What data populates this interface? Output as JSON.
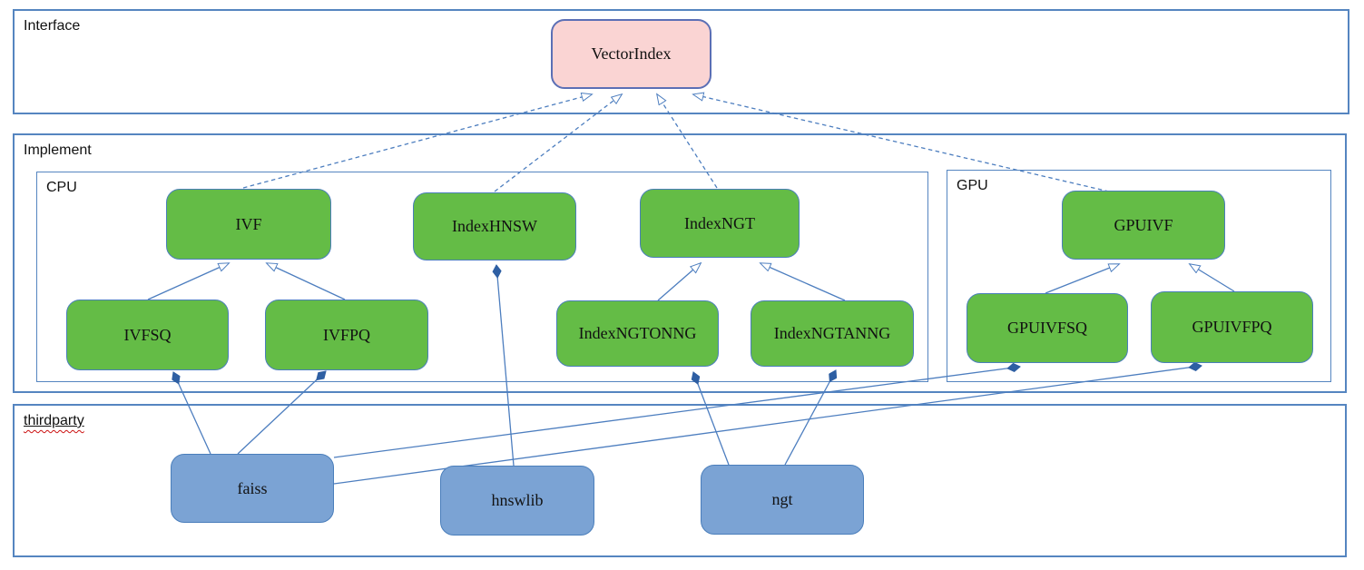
{
  "diagram": {
    "containers": {
      "interface": {
        "label": "Interface"
      },
      "implement": {
        "label": "Implement"
      },
      "cpu": {
        "label": "CPU"
      },
      "gpu": {
        "label": "GPU"
      },
      "thirdparty": {
        "label": "thirdparty"
      }
    },
    "nodes": {
      "vectorindex": {
        "label": "VectorIndex",
        "kind": "interface"
      },
      "ivf": {
        "label": "IVF",
        "kind": "cpu-class"
      },
      "indexhnsw": {
        "label": "IndexHNSW",
        "kind": "cpu-class"
      },
      "indexngt": {
        "label": "IndexNGT",
        "kind": "cpu-class"
      },
      "ivfsq": {
        "label": "IVFSQ",
        "kind": "cpu-class"
      },
      "ivfpq": {
        "label": "IVFPQ",
        "kind": "cpu-class"
      },
      "indexngtonng": {
        "label": "IndexNGTONNG",
        "kind": "cpu-class"
      },
      "indexngtanng": {
        "label": "IndexNGTANNG",
        "kind": "cpu-class"
      },
      "gpuivf": {
        "label": "GPUIVF",
        "kind": "gpu-class"
      },
      "gpuivfsq": {
        "label": "GPUIVFSQ",
        "kind": "gpu-class"
      },
      "gpuivfpq": {
        "label": "GPUIVFPQ",
        "kind": "gpu-class"
      },
      "faiss": {
        "label": "faiss",
        "kind": "thirdparty-lib"
      },
      "hnswlib": {
        "label": "hnswlib",
        "kind": "thirdparty-lib"
      },
      "ngt": {
        "label": "ngt",
        "kind": "thirdparty-lib"
      }
    },
    "edges": [
      {
        "from": "ivf",
        "to": "vectorindex",
        "relation": "realization"
      },
      {
        "from": "indexhnsw",
        "to": "vectorindex",
        "relation": "realization"
      },
      {
        "from": "indexngt",
        "to": "vectorindex",
        "relation": "realization"
      },
      {
        "from": "gpuivf",
        "to": "vectorindex",
        "relation": "realization"
      },
      {
        "from": "ivfsq",
        "to": "ivf",
        "relation": "inheritance"
      },
      {
        "from": "ivfpq",
        "to": "ivf",
        "relation": "inheritance"
      },
      {
        "from": "indexngtonng",
        "to": "indexngt",
        "relation": "inheritance"
      },
      {
        "from": "indexngtanng",
        "to": "indexngt",
        "relation": "inheritance"
      },
      {
        "from": "gpuivfsq",
        "to": "gpuivf",
        "relation": "inheritance"
      },
      {
        "from": "gpuivfpq",
        "to": "gpuivf",
        "relation": "inheritance"
      },
      {
        "from": "faiss",
        "to": "ivfsq",
        "relation": "composition"
      },
      {
        "from": "faiss",
        "to": "ivfpq",
        "relation": "composition"
      },
      {
        "from": "faiss",
        "to": "gpuivfsq",
        "relation": "composition"
      },
      {
        "from": "faiss",
        "to": "gpuivfpq",
        "relation": "composition"
      },
      {
        "from": "hnswlib",
        "to": "indexhnsw",
        "relation": "composition"
      },
      {
        "from": "ngt",
        "to": "indexngtonng",
        "relation": "composition"
      },
      {
        "from": "ngt",
        "to": "indexngtanng",
        "relation": "composition"
      }
    ],
    "colors": {
      "interface_fill": "#fad4d3",
      "class_fill": "#64bc46",
      "thirdparty_fill": "#7ba3d4",
      "container_border": "#5585c0",
      "edge_line": "#4d7ebf",
      "diamond_fill": "#2e5fa3",
      "spellcheck_underline": "#cc1111"
    }
  }
}
